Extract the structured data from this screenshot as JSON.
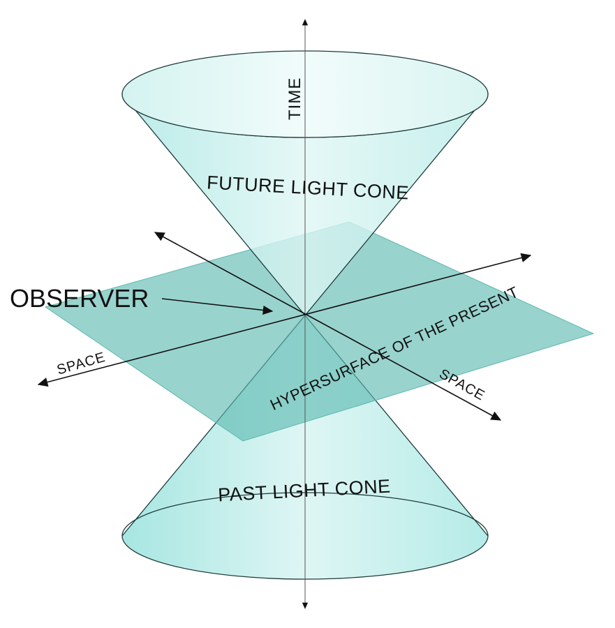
{
  "labels": {
    "time": "TIME",
    "future_cone": "FUTURE LIGHT CONE",
    "past_cone": "PAST LIGHT CONE",
    "observer": "OBSERVER",
    "space_left": "SPACE",
    "space_right": "SPACE",
    "hypersurface": "HYPERSURFACE OF THE PRESENT"
  },
  "colors": {
    "cone_fill": "#c6efec",
    "cone_rim": "#e6f8f6",
    "plane_fill": "#5bb8b0",
    "line": "#111111"
  }
}
